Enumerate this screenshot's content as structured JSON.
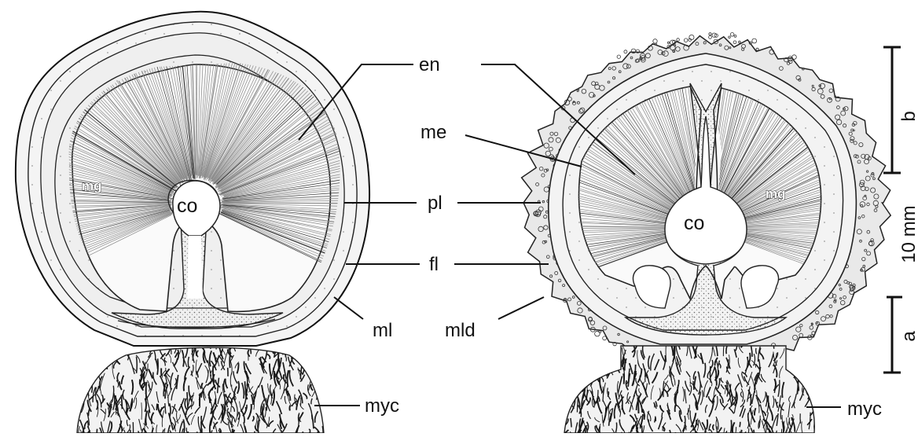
{
  "figure": {
    "labels": {
      "en": "en",
      "me": "me",
      "pl": "pl",
      "fl": "fl",
      "ml": "ml",
      "mld": "mld",
      "myc_left": "myc",
      "myc_right": "myc",
      "co_left": "co",
      "co_right": "co",
      "mg_left": "mg",
      "mg_right": "mg"
    },
    "scale": {
      "text": "10 mm",
      "upper_letter": "b",
      "lower_letter": "a"
    }
  }
}
